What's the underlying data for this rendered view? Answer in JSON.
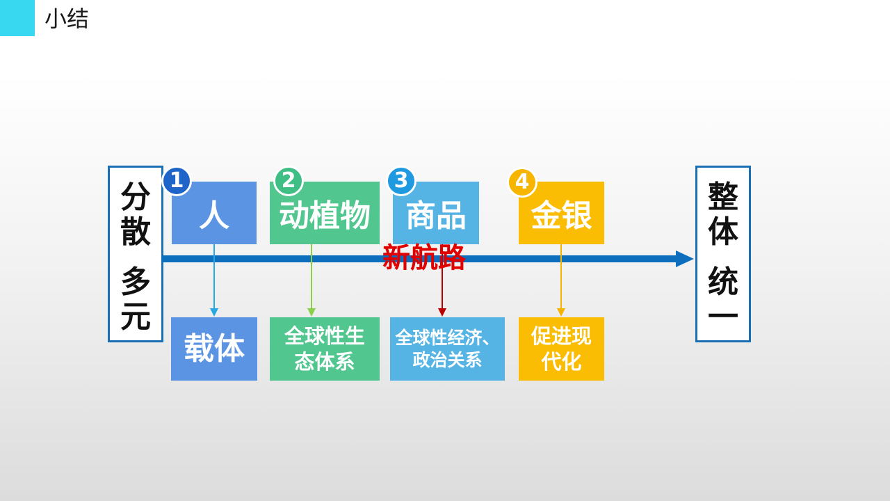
{
  "page": {
    "title": "小结"
  },
  "left_box": {
    "line1": "分",
    "line2": "散",
    "line3": "多",
    "line4": "元"
  },
  "right_box": {
    "line1": "整",
    "line2": "体",
    "line3": "统",
    "line4": "一"
  },
  "route": {
    "label": "新航路"
  },
  "stages": [
    {
      "number": "1",
      "label": "人",
      "result": "载体",
      "color": "#5c94e4",
      "badge_color": "#1f64c8",
      "arrow_color": "#26a8e3"
    },
    {
      "number": "2",
      "label": "动植物",
      "result": "全球性生态体系",
      "result_line1": "全球性生",
      "result_line2": "态体系",
      "color": "#52c68f",
      "badge_color": "#3fbf86",
      "arrow_color": "#8ccf4a"
    },
    {
      "number": "3",
      "label": "商品",
      "result": "全球性经济、政治关系",
      "result_line1": "全球性经济、",
      "result_line2": "政治关系",
      "color": "#55b4e4",
      "badge_color": "#1f9ae0",
      "arrow_color": "#b80000"
    },
    {
      "number": "4",
      "label": "金银",
      "result": "促进现代化",
      "result_line1": "促进现",
      "result_line2": "代化",
      "color": "#fbbd04",
      "badge_color": "#f7b500",
      "arrow_color": "#f5b400"
    }
  ]
}
